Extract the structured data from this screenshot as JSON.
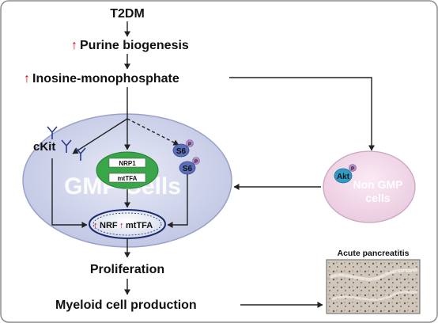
{
  "steps": {
    "t2dm": "T2DM",
    "purine": "Purine biogenesis",
    "imp": "Inosine-monophosphate",
    "proliferation": "Proliferation",
    "myeloid": "Myeloid cell production"
  },
  "gmp_cells": {
    "label": "GMP Cells",
    "receptor": "cKit",
    "complex_top": "NRP1",
    "complex_bottom": "mtTFA",
    "s6_a": "S6",
    "s6_b": "S6",
    "phospho": "P",
    "nucleus_nrf": "NRF",
    "nucleus_mttfa": "mtTFA"
  },
  "non_gmp_cells": {
    "line1": "Non GMP",
    "line2": "cells",
    "akt": "Akt",
    "phospho": "P"
  },
  "inset": {
    "title": "Acute pancreatitis"
  },
  "colors": {
    "up_arrow": "#d0021b",
    "cell_fill": "#c9cde8",
    "complex_fill": "#3aa64a",
    "s6_fill": "#5a6fb8",
    "phospho_fill": "#b48ac8",
    "akt_fill": "#2e9cc7",
    "non_gmp_fill": "#f2d9ea"
  }
}
